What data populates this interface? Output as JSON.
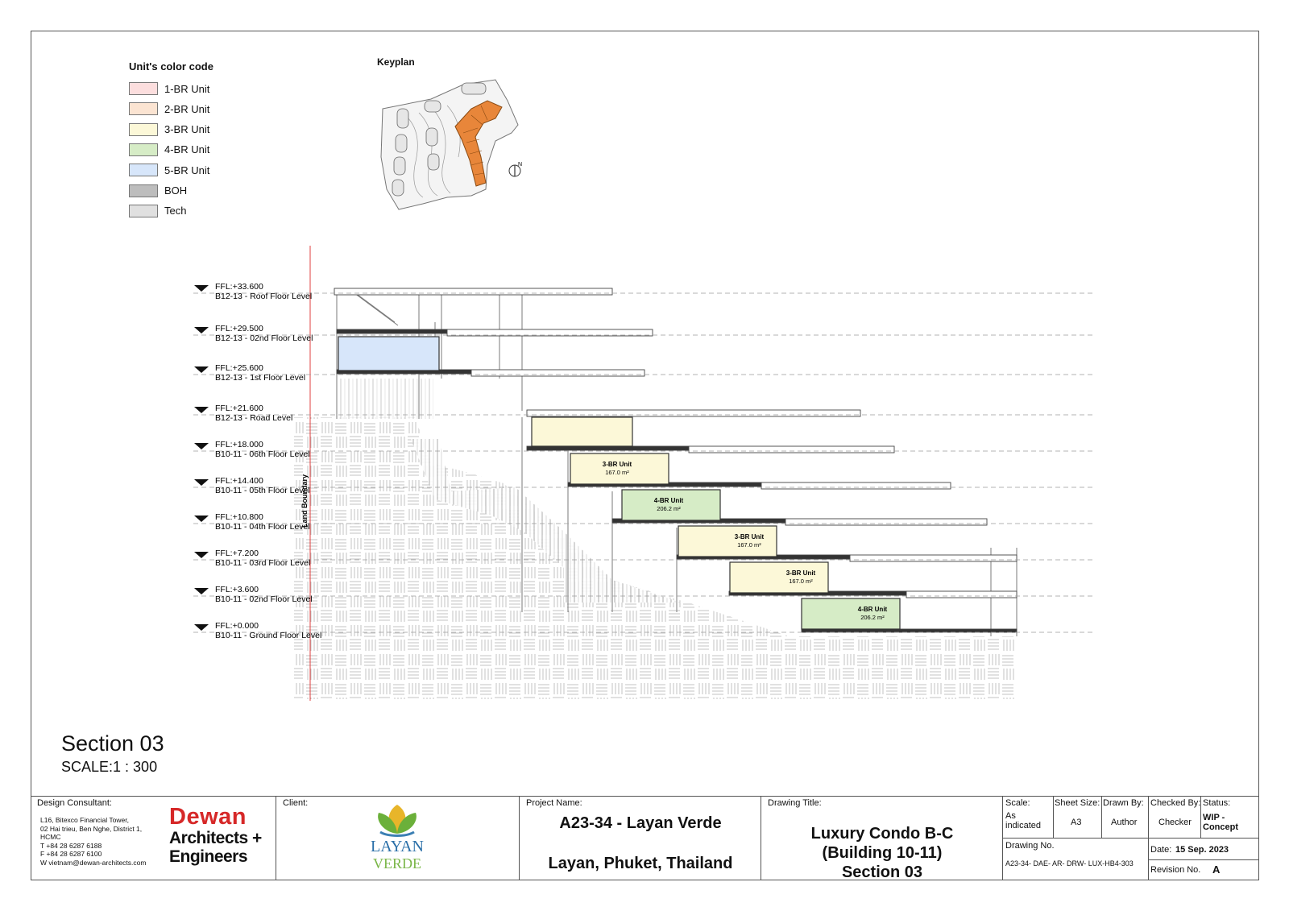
{
  "legend": {
    "title": "Unit's color code",
    "items": [
      {
        "label": "1-BR Unit",
        "color": "#fcdede"
      },
      {
        "label": "2-BR Unit",
        "color": "#fbe4d2"
      },
      {
        "label": "3-BR Unit",
        "color": "#fcf8d8"
      },
      {
        "label": "4-BR Unit",
        "color": "#d6ecc6"
      },
      {
        "label": "5-BR Unit",
        "color": "#d7e6fa"
      },
      {
        "label": "BOH",
        "color": "#bdbdbd"
      },
      {
        "label": "Tech",
        "color": "#e0e0e0"
      }
    ]
  },
  "keyplan": {
    "title": "Keyplan",
    "north_label": "N"
  },
  "levels": [
    {
      "ffl": "FFL:+33.600",
      "name": "B12-13 - Roof Floor Level"
    },
    {
      "ffl": "FFL:+29.500",
      "name": "B12-13 - 02nd Floor Level"
    },
    {
      "ffl": "FFL:+25.600",
      "name": "B12-13 - 1st Floor Level"
    },
    {
      "ffl": "FFL:+21.600",
      "name": "B12-13 - Road Level"
    },
    {
      "ffl": "FFL:+18.000",
      "name": "B10-11 - 06th Floor Level"
    },
    {
      "ffl": "FFL:+14.400",
      "name": "B10-11 - 05th Floor Level"
    },
    {
      "ffl": "FFL:+10.800",
      "name": "B10-11 - 04th Floor Level"
    },
    {
      "ffl": "FFL:+7.200",
      "name": "B10-11 - 03rd Floor Level"
    },
    {
      "ffl": "FFL:+3.600",
      "name": "B10-11 - 02nd Floor Level"
    },
    {
      "ffl": "FFL:+0.000",
      "name": "B10-11 - Ground Floor Level"
    }
  ],
  "land_boundary_label": "Land Boundary",
  "units": [
    {
      "type": "3-BR Unit",
      "area": "167.0 m²"
    },
    {
      "type": "4-BR Unit",
      "area": "206.2 m²"
    },
    {
      "type": "3-BR Unit",
      "area": "167.0 m²"
    },
    {
      "type": "3-BR Unit",
      "area": "167.0 m²"
    },
    {
      "type": "4-BR Unit",
      "area": "206.2 m²"
    }
  ],
  "section": {
    "title": "Section 03",
    "scale": "SCALE:1 : 300"
  },
  "titleblock": {
    "design_consultant_label": "Design Consultant:",
    "consultant_address": [
      "L16, Bitexco Financial Tower,",
      "02 Hai trieu, Ben Nghe, District 1,",
      "HCMC",
      "T  +84 28 6287 6188",
      "F  +84 28 6287 6100",
      "W  vietnam@dewan-architects.com"
    ],
    "dewan_logo": {
      "line1": "Dewan",
      "line2": "Architects +",
      "line3": "Engineers"
    },
    "client_label": "Client:",
    "client_logo": {
      "line1": "LAYAN",
      "line2": "VERDE"
    },
    "project_name_label": "Project Name:",
    "project_name": "A23-34 - Layan Verde",
    "project_location": "Layan, Phuket, Thailand",
    "drawing_title_label": "Drawing Title:",
    "drawing_title": [
      "Luxury Condo B-C",
      "(Building 10-11)",
      "Section 03"
    ],
    "scale_label": "Scale:",
    "scale_value": [
      "As",
      "indicated"
    ],
    "sheet_size_label": "Sheet Size:",
    "sheet_size": "A3",
    "drawn_by_label": "Drawn By:",
    "drawn_by": "Author",
    "checked_by_label": "Checked By:",
    "checked_by": "Checker",
    "status_label": "Status:",
    "status": [
      "WIP -",
      "Concept"
    ],
    "drawing_no_label": "Drawing No.",
    "drawing_no": "A23-34- DAE- AR- DRW- LUX-HB4-303",
    "date_label": "Date:",
    "date": "15 Sep. 2023",
    "revision_label": "Revision No.",
    "revision": "A"
  }
}
